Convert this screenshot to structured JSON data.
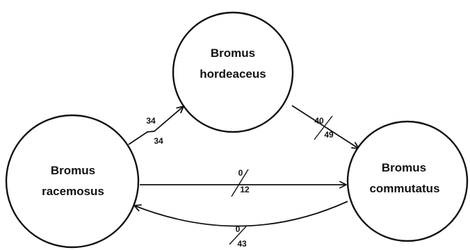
{
  "diagram": {
    "nodes": [
      {
        "id": "hordeaceus",
        "line1": "Bromus",
        "line2": "hordeaceus"
      },
      {
        "id": "racemosus",
        "line1": "Bromus",
        "line2": "racemosus"
      },
      {
        "id": "commutatus",
        "line1": "Bromus",
        "line2": "commutatus"
      }
    ],
    "edges": [
      {
        "from": "racemosus",
        "to": "hordeaceus",
        "numerator": "34",
        "denominator": "34"
      },
      {
        "from": "hordeaceus",
        "to": "commutatus",
        "numerator": "40",
        "denominator": "49"
      },
      {
        "from": "racemosus",
        "to": "commutatus",
        "numerator": "0",
        "denominator": "12"
      },
      {
        "from": "commutatus",
        "to": "racemosus",
        "numerator": "0",
        "denominator": "43"
      }
    ],
    "colors": {
      "ink": "#111111",
      "background": "#ffffff"
    }
  }
}
